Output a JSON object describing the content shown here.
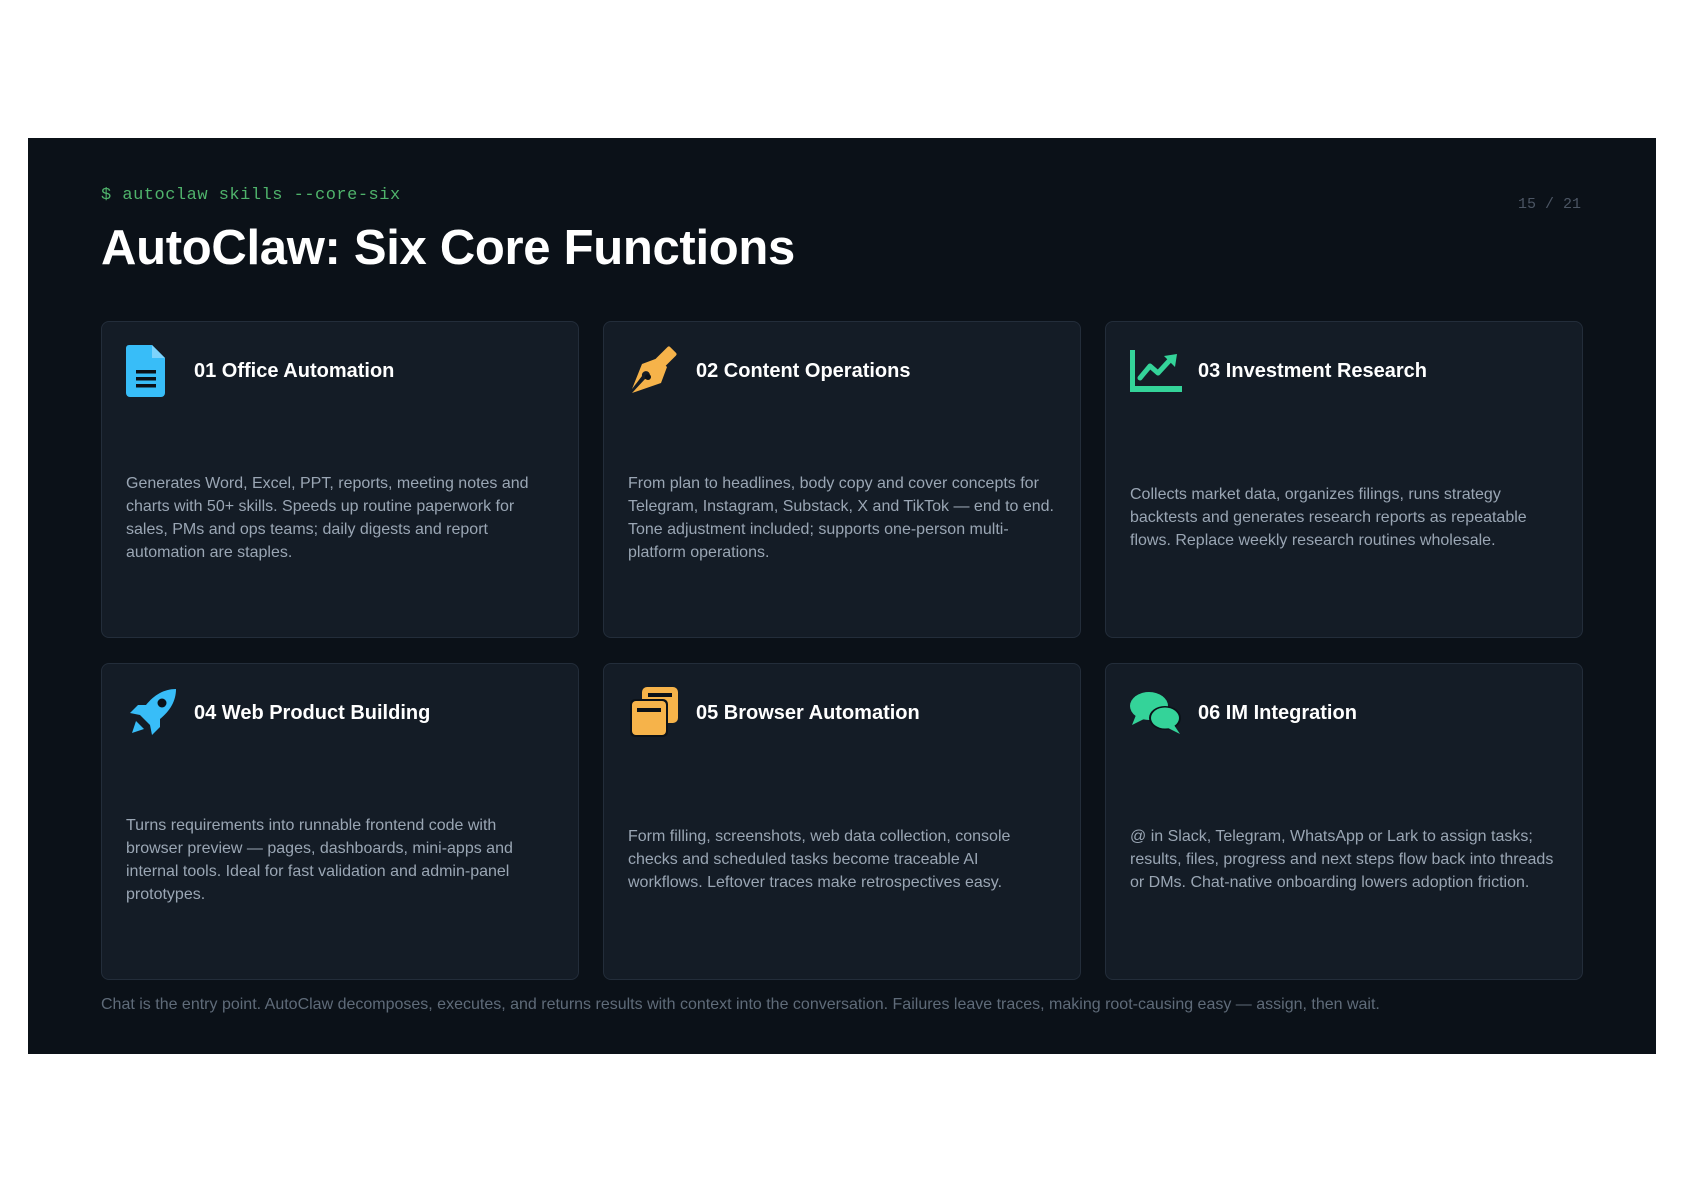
{
  "slide": {
    "command": "$ autoclaw skills --core-six",
    "page_indicator": "15 / 21",
    "title": "AutoClaw: Six Core Functions",
    "footer": "Chat is the entry point. AutoClaw decomposes, executes, and returns results with context into the conversation. Failures leave traces, making root-causing easy — assign, then wait."
  },
  "colors": {
    "background": "#0b1118",
    "card": "#141c26",
    "command_green": "#4fb36b",
    "blue_icon": "#38bdf8",
    "orange_icon": "#f6b34a",
    "green_icon": "#34d399"
  },
  "cards": [
    {
      "icon": "document-icon",
      "title": "01 Office Automation",
      "description": "Generates Word, Excel, PPT, reports, meeting notes and charts with 50+ skills. Speeds up routine paperwork for sales, PMs and ops teams; daily digests and report automation are staples."
    },
    {
      "icon": "pen-nib-icon",
      "title": "02 Content Operations",
      "description": "From plan to headlines, body copy and cover concepts for Telegram, Instagram, Substack, X and TikTok — end to end. Tone adjustment included; supports one-person multi-platform operations."
    },
    {
      "icon": "chart-line-icon",
      "title": "03 Investment Research",
      "description": "Collects market data, organizes filings, runs strategy backtests and generates research reports as repeatable flows. Replace weekly research routines wholesale."
    },
    {
      "icon": "rocket-icon",
      "title": "04 Web Product Building",
      "description": "Turns requirements into runnable frontend code with browser preview — pages, dashboards, mini-apps and internal tools. Ideal for fast validation and admin-panel prototypes."
    },
    {
      "icon": "windows-stack-icon",
      "title": "05 Browser Automation",
      "description": "Form filling, screenshots, web data collection, console checks and scheduled tasks become traceable AI workflows. Leftover traces make retrospectives easy."
    },
    {
      "icon": "chat-bubbles-icon",
      "title": "06 IM Integration",
      "description": "@ in Slack, Telegram, WhatsApp or Lark to assign tasks; results, files, progress and next steps flow back into threads or DMs. Chat-native onboarding lowers adoption friction."
    }
  ]
}
